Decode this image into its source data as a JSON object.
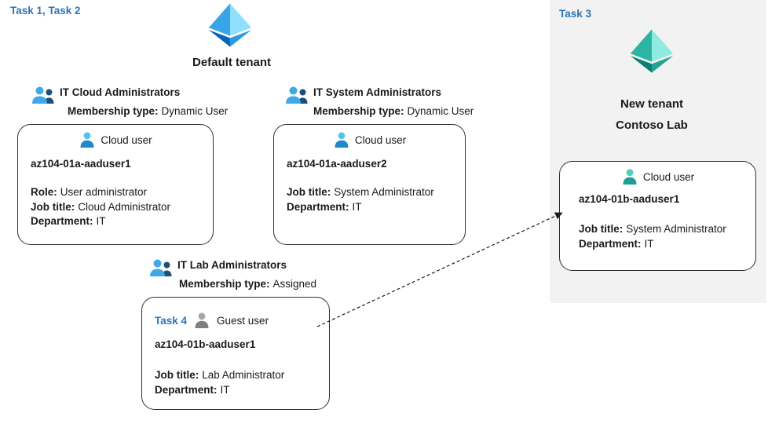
{
  "task_labels": {
    "task_1_2": "Task 1, Task 2",
    "task_3": "Task 3",
    "task_4": "Task 4"
  },
  "colors": {
    "task_label_blue": "#2E74B5",
    "panel_gray": "#F2F2F2",
    "azure_blue_light": "#8FE0FF",
    "azure_blue_dark": "#0C64B6",
    "teal_light": "#8FEADF",
    "teal_dark": "#0C7E72"
  },
  "default_tenant": {
    "title": "Default tenant",
    "groups": [
      {
        "name": "IT Cloud Administrators",
        "membership_label": "Membership type:",
        "membership_value": "Dynamic User",
        "user": {
          "badge": "Cloud user",
          "name": "az104-01a-aaduser1",
          "fields": [
            {
              "label": "Role:",
              "value": "User administrator"
            },
            {
              "label": "Job title:",
              "value": "Cloud Administrator"
            },
            {
              "label": "Department:",
              "value": "IT"
            }
          ]
        }
      },
      {
        "name": "IT System Administrators",
        "membership_label": "Membership type:",
        "membership_value": "Dynamic User",
        "user": {
          "badge": "Cloud user",
          "name": "az104-01a-aaduser2",
          "fields": [
            {
              "label": "Job title:",
              "value": "System Administrator"
            },
            {
              "label": "Department:",
              "value": "IT"
            }
          ]
        }
      },
      {
        "name": "IT Lab Administrators",
        "membership_label": "Membership type:",
        "membership_value": "Assigned",
        "user": {
          "badge": "Guest user",
          "name": "az104-01b-aaduser1",
          "fields": [
            {
              "label": "Job title:",
              "value": "Lab Administrator"
            },
            {
              "label": "Department:",
              "value": "IT"
            }
          ]
        }
      }
    ]
  },
  "new_tenant": {
    "title_line1": "New tenant",
    "title_line2": "Contoso Lab",
    "user": {
      "badge": "Cloud user",
      "name": "az104-01b-aaduser1",
      "fields": [
        {
          "label": "Job title:",
          "value": "System Administrator"
        },
        {
          "label": "Department:",
          "value": "IT"
        }
      ]
    }
  }
}
